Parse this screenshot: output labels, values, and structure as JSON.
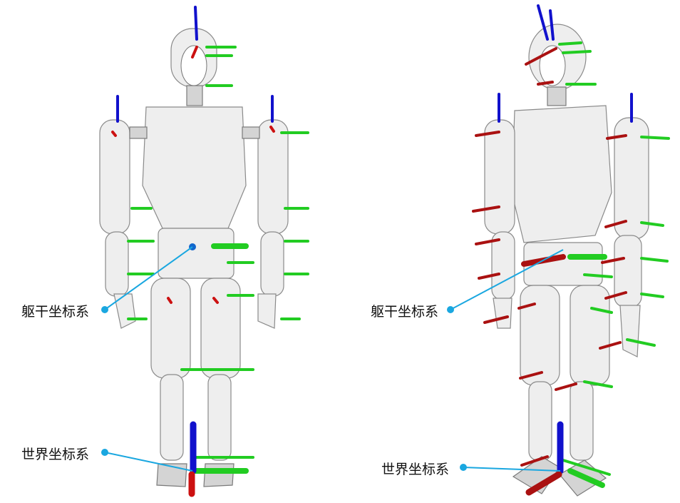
{
  "colors": {
    "x_axis": "#cc1111",
    "y_axis": "#22cc22",
    "z_axis": "#1111cc",
    "callout": "#1aa7e0"
  },
  "views": [
    {
      "name": "front-view",
      "torso_label": "躯干坐标系",
      "world_label": "世界坐标系"
    },
    {
      "name": "perspective-view",
      "torso_label": "躯干坐标系",
      "world_label": "世界坐标系"
    }
  ]
}
